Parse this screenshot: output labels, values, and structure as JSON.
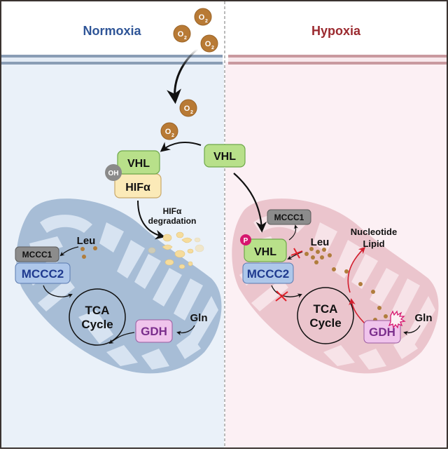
{
  "panels": {
    "left": {
      "title": "Normoxia",
      "title_color": "#2f5597",
      "bg": "#eaf1f9",
      "membrane": "#8a9db5"
    },
    "right": {
      "title": "Hypoxia",
      "title_color": "#9b2a2f",
      "bg": "#fcf0f4",
      "membrane": "#c9999f"
    }
  },
  "molecules": {
    "o2": {
      "label": "O",
      "subscript": "2",
      "color": "#b87a35"
    },
    "oh": "OH",
    "p": "P"
  },
  "proteins": {
    "vhl": "VHL",
    "hif": "HIFα",
    "mccc1": "MCCC1",
    "mccc2": "MCCC2",
    "gdh": "GDH"
  },
  "labels": {
    "hif_degradation_line1": "HIFα",
    "hif_degradation_line2": "degradation",
    "leu": "Leu",
    "gln": "Gln",
    "tca_line1": "TCA",
    "tca_line2": "Cycle",
    "nucleotide": "Nucleotide",
    "lipid": "Lipid"
  },
  "colors": {
    "vhl_fill": "#b8e08a",
    "hif_fill": "#fbeab8",
    "mccc1_fill": "#8c8c8c",
    "mccc2_fill": "#aec7ea",
    "mccc2_text": "#1f3a8f",
    "gdh_fill": "#f0c4ec",
    "gdh_text": "#7a2e8c",
    "inhibit": "#e0202a",
    "flux": "#d21f2f",
    "metabolite": "#b07d3c",
    "phospho": "#d6166e"
  }
}
